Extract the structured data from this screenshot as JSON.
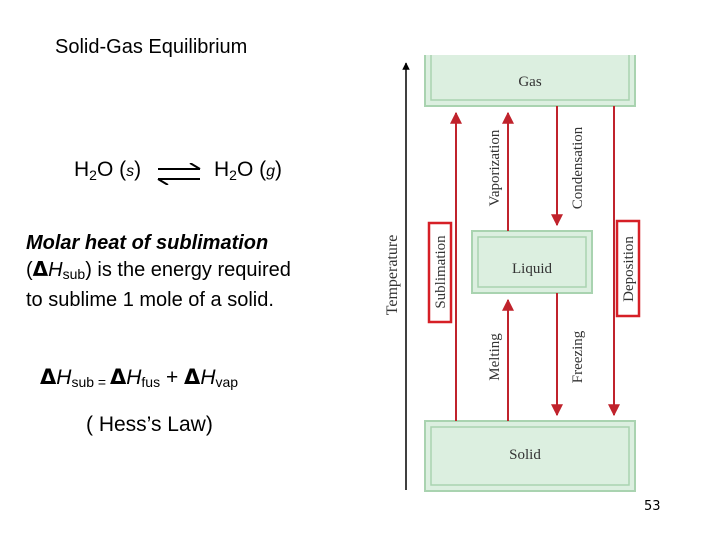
{
  "title": "Solid-Gas Equilibrium",
  "equation": {
    "left_species": "H",
    "left_sub": "2",
    "left_rest": "O",
    "left_state": "s",
    "right_species": "H",
    "right_sub": "2",
    "right_rest": "O",
    "right_state": "g"
  },
  "definition": {
    "heading": "Molar heat of sublimation",
    "delta": "Δ",
    "h": "H",
    "h_sub": "sub",
    "line1_rest": ") is the energy required",
    "line2": "to sublime 1 mole of a solid."
  },
  "formula": {
    "delta": "Δ",
    "h": "H",
    "sub": "sub",
    "equals": " = ",
    "fus": "fus",
    "plus": " + ",
    "vap": "vap"
  },
  "hess_note": "( Hess’s Law)",
  "diagram": {
    "axis_label": "Temperature",
    "states": {
      "gas": "Gas",
      "liquid": "Liquid",
      "solid": "Solid"
    },
    "processes": {
      "vaporization": "Vaporization",
      "condensation": "Condensation",
      "melting": "Melting",
      "freezing": "Freezing",
      "sublimation": "Sublimation",
      "deposition": "Deposition"
    },
    "colors": {
      "box_fill": "#dcefe0",
      "box_border": "#a9d3b0",
      "arrow_red": "#c0232c",
      "highlight_red": "#d61f26",
      "text": "#333333"
    }
  },
  "page_number": "53"
}
